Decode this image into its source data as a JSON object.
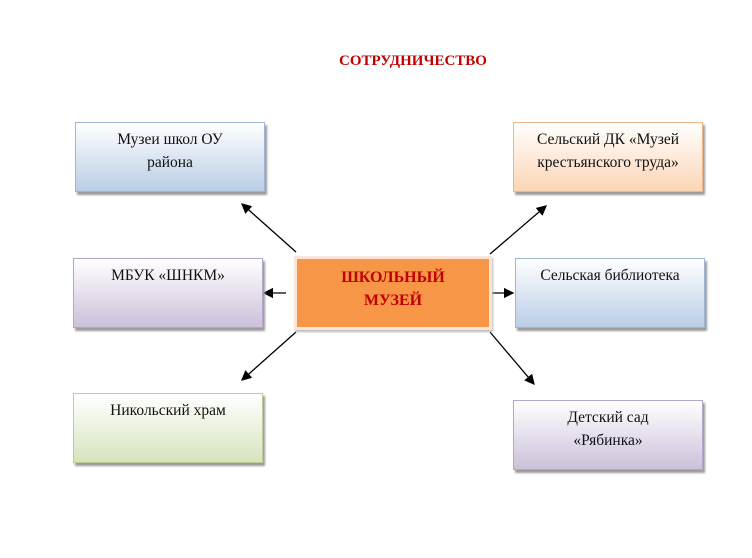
{
  "title": "СОТРУДНИЧЕСТВО",
  "center": {
    "line1": "ШКОЛЬНЫЙ",
    "line2": "МУЗЕЙ"
  },
  "left": [
    {
      "line1": "Музеи школ ОУ",
      "line2": "района"
    },
    {
      "line1": "МБУК «ШНКМ»"
    },
    {
      "line1": "Никольский храм"
    }
  ],
  "right": [
    {
      "line1": "Сельский ДК «Музей",
      "line2": "крестьянского труда»"
    },
    {
      "line1": "Сельская библиотека"
    },
    {
      "line1": "Детский сад",
      "line2": "«Рябинка»"
    }
  ]
}
